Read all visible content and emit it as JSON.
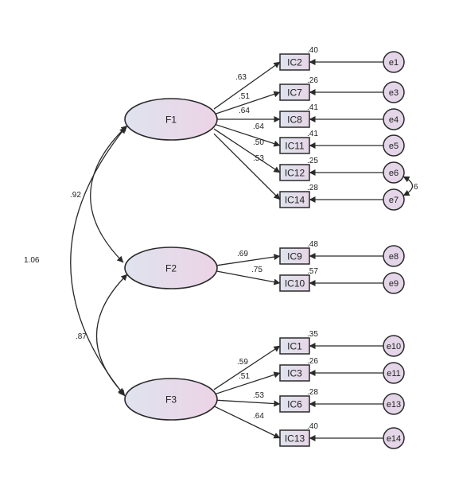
{
  "colors": {
    "stroke": "#2a2a2a",
    "fill_light": "#dfe3ee",
    "fill_pink": "#ecd3e6"
  },
  "factors": [
    {
      "id": "F1",
      "label": "F1"
    },
    {
      "id": "F2",
      "label": "F2"
    },
    {
      "id": "F3",
      "label": "F3"
    }
  ],
  "covariances": [
    {
      "from": "F1",
      "to": "F2",
      "value": ".92"
    },
    {
      "from": "F2",
      "to": "F3",
      "value": ".87"
    },
    {
      "from": "F1",
      "to": "F3",
      "value": "1.06"
    }
  ],
  "indicators": [
    {
      "id": "IC2",
      "factor": "F1",
      "loading": ".63",
      "r2": ".40",
      "error": "e1"
    },
    {
      "id": "IC7",
      "factor": "F1",
      "loading": ".51",
      "r2": ".26",
      "error": "e3"
    },
    {
      "id": "IC8",
      "factor": "F1",
      "loading": ".64",
      "r2": ".41",
      "error": "e4"
    },
    {
      "id": "IC11",
      "factor": "F1",
      "loading": ".64",
      "r2": ".41",
      "error": "e5"
    },
    {
      "id": "IC12",
      "factor": "F1",
      "loading": ".50",
      "r2": ".25",
      "error": "e6"
    },
    {
      "id": "IC14",
      "factor": "F1",
      "loading": ".53",
      "r2": ".28",
      "error": "e7"
    },
    {
      "id": "IC9",
      "factor": "F2",
      "loading": ".69",
      "r2": ".48",
      "error": "e8"
    },
    {
      "id": "IC10",
      "factor": "F2",
      "loading": ".75",
      "r2": ".57",
      "error": "e9"
    },
    {
      "id": "IC1",
      "factor": "F3",
      "loading": ".59",
      "r2": ".35",
      "error": "e10"
    },
    {
      "id": "IC3",
      "factor": "F3",
      "loading": ".51",
      "r2": ".26",
      "error": "e11"
    },
    {
      "id": "IC6",
      "factor": "F3",
      "loading": ".53",
      "r2": ".28",
      "error": "e13"
    },
    {
      "id": "IC13",
      "factor": "F3",
      "loading": ".64",
      "r2": ".40",
      "error": "e14"
    }
  ],
  "error_covariance": {
    "from": "e6",
    "to": "e7",
    "value": "6"
  }
}
